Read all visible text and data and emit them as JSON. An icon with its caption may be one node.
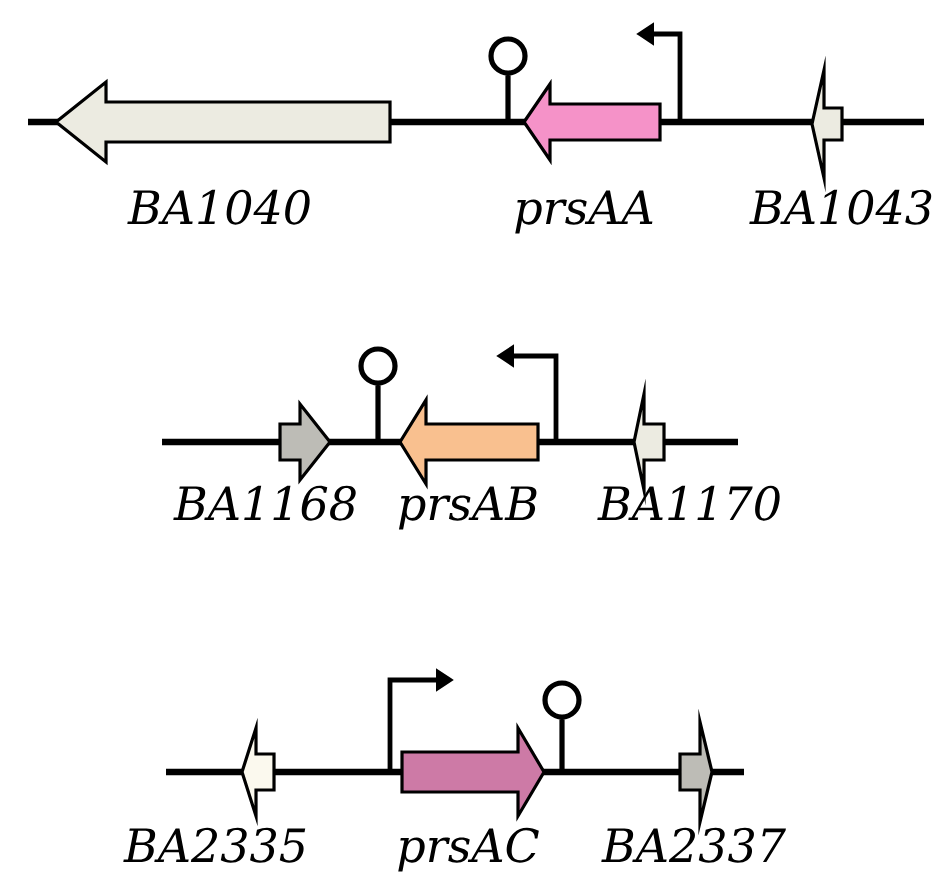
{
  "diagram": {
    "nodes": [
      {
        "text": [
          "BA1040"
        ]
      },
      {
        "text": [
          "prsAA"
        ]
      },
      {
        "text": [
          "BA1043"
        ]
      },
      {
        "text": [
          "BA1168"
        ]
      },
      {
        "text": [
          "prsAB"
        ]
      },
      {
        "text": [
          "BA1170"
        ]
      },
      {
        "text": [
          "BA2335"
        ]
      },
      {
        "text": [
          "prsAC"
        ]
      },
      {
        "text": [
          "BA2337"
        ]
      }
    ]
  }
}
